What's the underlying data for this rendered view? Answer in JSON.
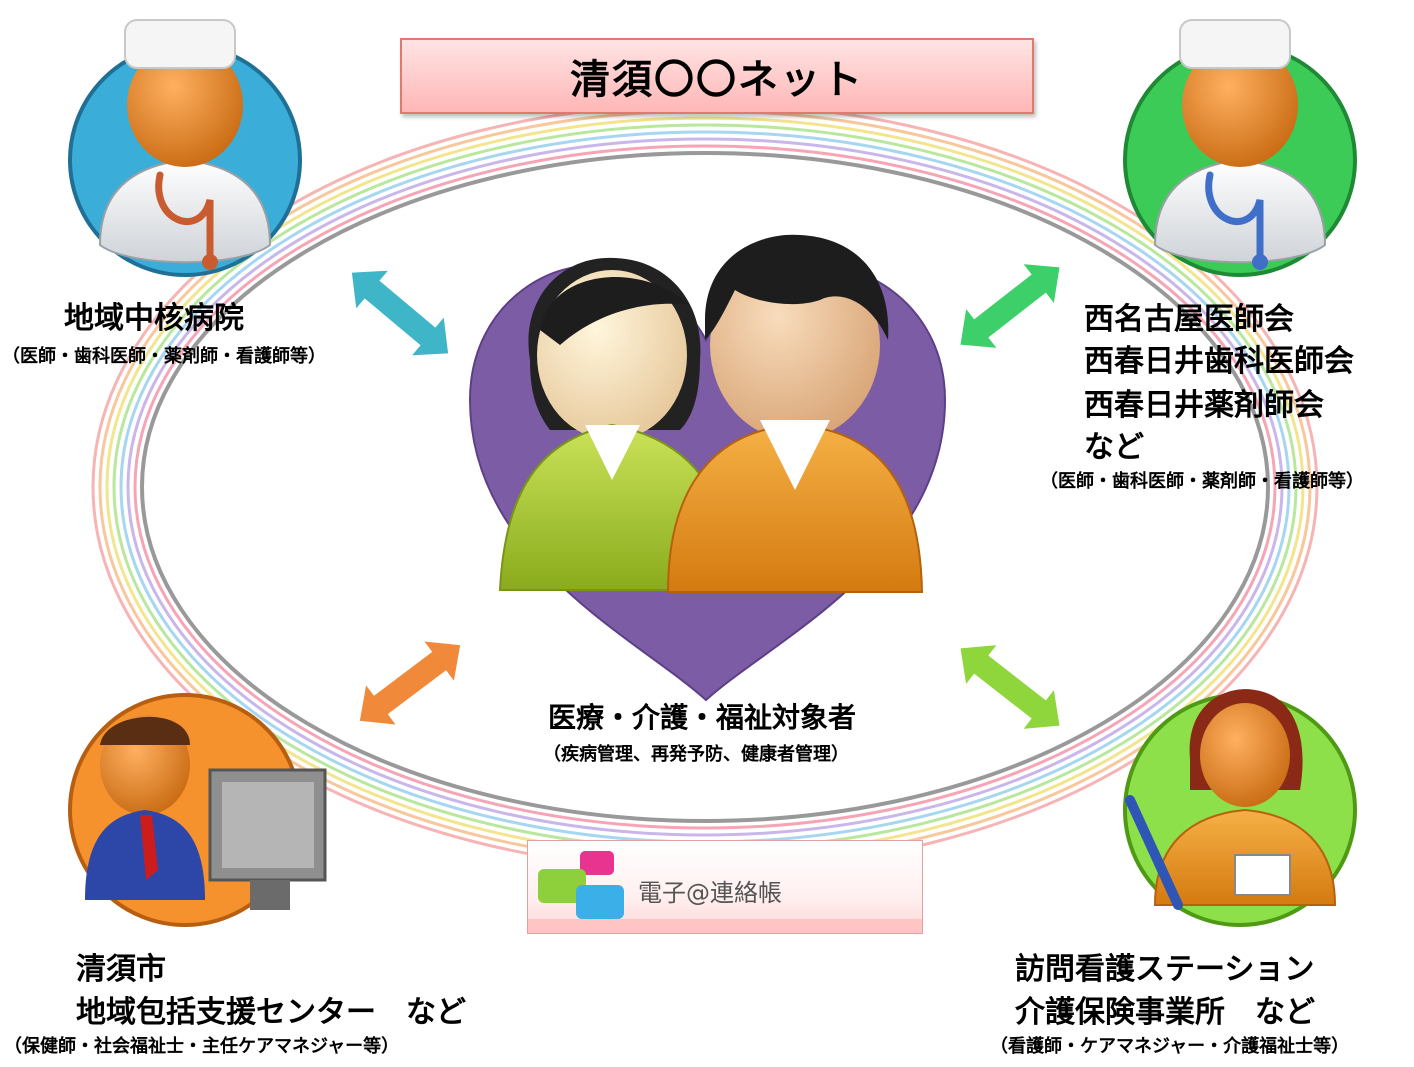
{
  "title": "清須〇〇ネット",
  "center": {
    "label": "医療・介護・福祉対象者",
    "sub": "（疾病管理、再発予防、健康者管理）"
  },
  "top_left": {
    "label": "地域中核病院",
    "sub": "（医師・歯科医師・薬剤師・看護師等）"
  },
  "top_right": {
    "lines": [
      "西名古屋医師会",
      "西春日井歯科医師会",
      "西春日井薬剤師会",
      "など"
    ],
    "sub": "（医師・歯科医師・薬剤師・看護師等）"
  },
  "bottom_left": {
    "lines": [
      "清須市",
      "地域包括支援センター　など"
    ],
    "sub": "（保健師・社会福祉士・主任ケアマネジャー等）"
  },
  "bottom_right": {
    "lines": [
      "訪問看護ステーション",
      "介護保険事業所　など"
    ],
    "sub": "（看護師・ケアマネジャー・介護福祉士等）"
  },
  "app": {
    "name": "電子@連絡帳"
  },
  "colors": {
    "heart": "#7d5ca6",
    "arrow_top_left": "#3fb5c8",
    "arrow_top_right": "#3ccf6a",
    "arrow_bottom_left": "#f08a3a",
    "arrow_bottom_right": "#8ed63c",
    "circle_top_left": "#3aaed8",
    "circle_top_right": "#3dcb57",
    "circle_bottom_left": "#f5922e",
    "circle_bottom_right": "#8ee04a"
  },
  "icons": [
    "doctor-icon",
    "doctor-icon",
    "office-worker-icon",
    "nurse-icon",
    "couple-icon",
    "heart-icon",
    "chat-bubbles-icon"
  ]
}
